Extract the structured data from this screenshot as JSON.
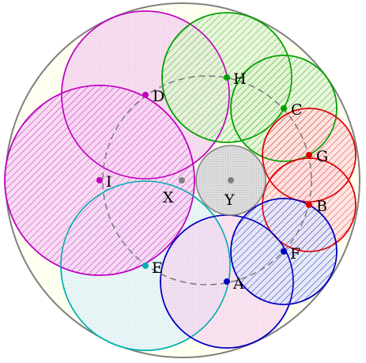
{
  "diagram": {
    "colors": {
      "outer": "#808080",
      "outer_fill": "#fffff0",
      "path": "#808080",
      "magenta": "#c000c0",
      "magenta_fill": "#f5cdf0",
      "green": "#00a000",
      "green_fill": "#d8f0c0",
      "red": "#e00000",
      "red_fill": "#ffd8d8",
      "blue": "#0000c0",
      "blue_fill": "#dde2f6",
      "cyan": "#00b0b0",
      "cyan_fill": "#e2f2f6",
      "inner_fill": "#d4d4d4"
    },
    "labels": [
      {
        "id": "H",
        "text": "H"
      },
      {
        "id": "D",
        "text": "D"
      },
      {
        "id": "C",
        "text": "C"
      },
      {
        "id": "G",
        "text": "G"
      },
      {
        "id": "I",
        "text": "I"
      },
      {
        "id": "X",
        "text": "X"
      },
      {
        "id": "Y",
        "text": "Y"
      },
      {
        "id": "B",
        "text": "B"
      },
      {
        "id": "F",
        "text": "F"
      },
      {
        "id": "E",
        "text": "E"
      },
      {
        "id": "A",
        "text": "A"
      }
    ]
  }
}
